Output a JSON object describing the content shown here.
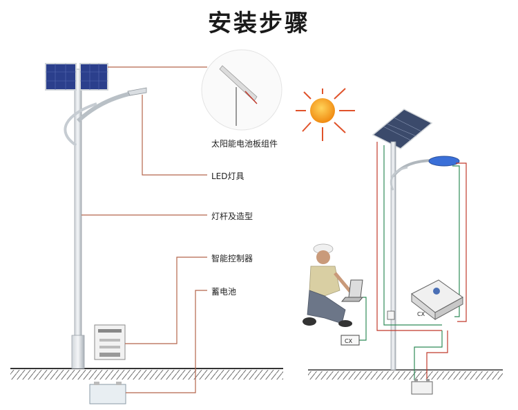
{
  "title": "安装步骤",
  "labels": {
    "solar_panel": "太阳能电池板组件",
    "led_lamp": "LED灯具",
    "pole": "灯杆及造型",
    "controller": "智能控制器",
    "battery": "蓄电池"
  },
  "right_diagram": {
    "controller_label": "CX",
    "box_label": "CX"
  },
  "colors": {
    "leader_line": "#b4644a",
    "wire_red": "#c0392b",
    "wire_green": "#2e8b57",
    "sun": "#f2a01c",
    "panel": "#2b3f8c",
    "lamp_head": "#3a6fd8"
  }
}
